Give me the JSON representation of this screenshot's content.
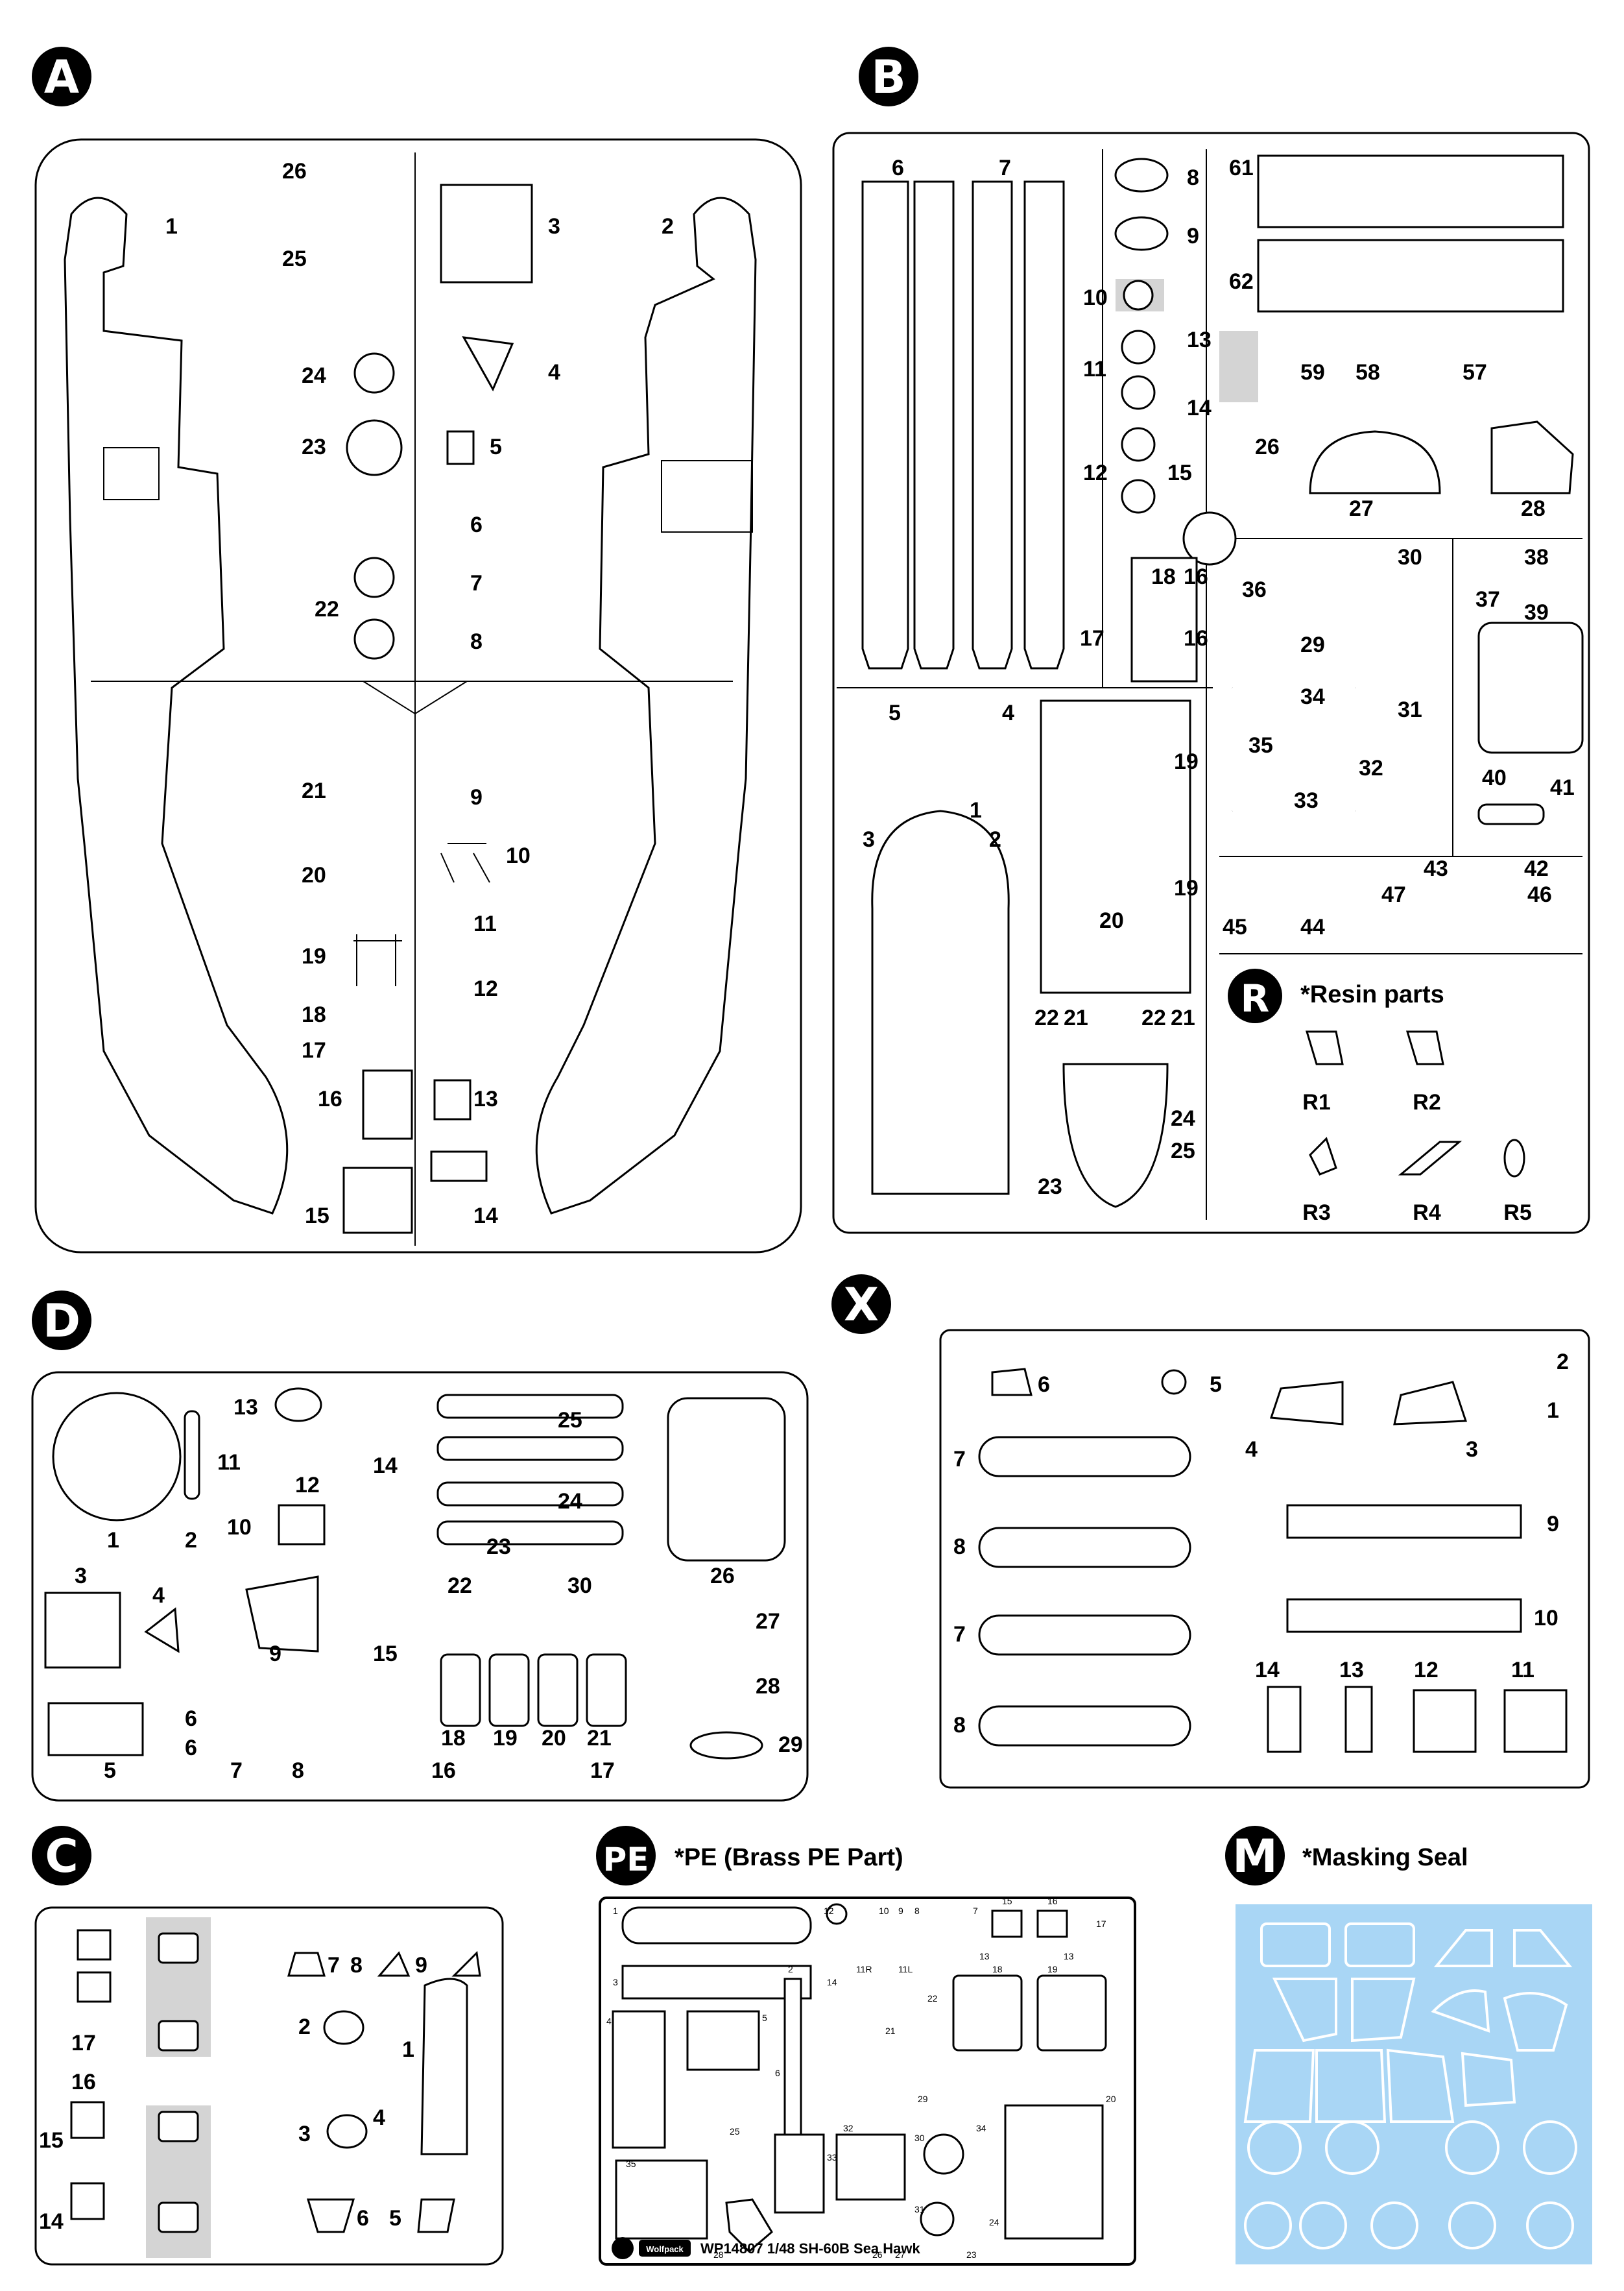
{
  "sprues": {
    "A": {
      "badge": "A",
      "labels": [
        "1",
        "2",
        "3",
        "4",
        "5",
        "6",
        "7",
        "8",
        "9",
        "10",
        "11",
        "12",
        "13",
        "14",
        "15",
        "16",
        "17",
        "18",
        "19",
        "20",
        "21",
        "22",
        "23",
        "24",
        "25",
        "26"
      ]
    },
    "B": {
      "badge": "B",
      "labels": [
        "6",
        "7",
        "8",
        "9",
        "10",
        "11",
        "12",
        "13",
        "14",
        "15",
        "16",
        "16",
        "17",
        "18",
        "19",
        "19",
        "20",
        "21",
        "21",
        "22",
        "22",
        "23",
        "24",
        "25",
        "26",
        "27",
        "28",
        "29",
        "30",
        "31",
        "32",
        "33",
        "34",
        "35",
        "36",
        "37",
        "38",
        "39",
        "40",
        "41",
        "42",
        "43",
        "44",
        "45",
        "46",
        "47",
        "57",
        "58",
        "59",
        "61",
        "62",
        "1",
        "2",
        "3",
        "4",
        "5"
      ]
    },
    "D": {
      "badge": "D",
      "labels": [
        "1",
        "2",
        "3",
        "4",
        "5",
        "6",
        "6",
        "7",
        "8",
        "9",
        "10",
        "11",
        "12",
        "13",
        "14",
        "15",
        "16",
        "17",
        "18",
        "19",
        "20",
        "21",
        "22",
        "23",
        "24",
        "25",
        "26",
        "27",
        "28",
        "29",
        "30"
      ]
    },
    "X": {
      "badge": "X",
      "labels": [
        "1",
        "2",
        "3",
        "4",
        "5",
        "6",
        "7",
        "7",
        "8",
        "8",
        "9",
        "10",
        "11",
        "12",
        "13",
        "14"
      ]
    },
    "C": {
      "badge": "C",
      "labels": [
        "1",
        "2",
        "3",
        "4",
        "5",
        "6",
        "7",
        "8",
        "9",
        "14",
        "15",
        "16",
        "17"
      ]
    },
    "PE": {
      "badge": "PE",
      "title": "*PE (Brass PE Part)",
      "footer": "WP14807 1/48 SH-60B Sea Hawk",
      "logo": "Wolfpack",
      "labels": [
        "1",
        "2",
        "3",
        "4",
        "5",
        "6",
        "7",
        "8",
        "9",
        "10",
        "11R",
        "11L",
        "12",
        "13",
        "13",
        "14",
        "15",
        "16",
        "17",
        "18",
        "19",
        "20",
        "21",
        "22",
        "23",
        "24",
        "25",
        "26",
        "27",
        "28",
        "29",
        "30",
        "31",
        "32",
        "33",
        "34",
        "35"
      ]
    },
    "M": {
      "badge": "M",
      "title": "*Masking Seal"
    },
    "R": {
      "badge": "R",
      "title": "*Resin parts",
      "labels": [
        "R1",
        "R2",
        "R3",
        "R4",
        "R5"
      ]
    }
  },
  "colors": {
    "badge": "#000000",
    "mask": "#a9d6f5",
    "line": "#000000",
    "gate": "#d4d4d4"
  }
}
